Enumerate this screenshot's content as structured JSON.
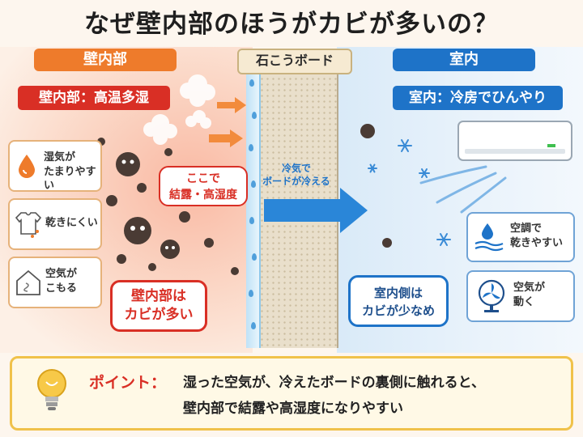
{
  "title": "なぜ壁内部のほうがカビが多いの？",
  "headers": {
    "wall": "壁内部",
    "board": "石こうボード",
    "room": "室内"
  },
  "subheaders": {
    "wall": "壁内部：高温多湿",
    "room": "室内：冷房でひんやり"
  },
  "wall_cards": [
    {
      "line1": "湿気が",
      "line2": "たまりやすい",
      "icon": "water-drop-icon"
    },
    {
      "line1": "乾きにくい",
      "line2": "",
      "icon": "wet-shirt-icon"
    },
    {
      "line1": "空気が",
      "line2": "こもる",
      "icon": "house-icon"
    }
  ],
  "room_cards": [
    {
      "line1": "空調で",
      "line2": "乾きやすい",
      "icon": "wind-drop-icon"
    },
    {
      "line1": "空気が",
      "line2": "動く",
      "icon": "fan-icon"
    }
  ],
  "bubbles": {
    "condensation": {
      "line1": "ここで",
      "line2": "結露・高湿度"
    },
    "wall_mold": {
      "line1": "壁内部は",
      "line2": "カビが多い"
    },
    "room_mold": {
      "line1": "室内側は",
      "line2": "カビが少なめ"
    }
  },
  "board_text": {
    "line1": "冷気で",
    "line2": "ボードが冷える"
  },
  "point": {
    "label": "ポイント：",
    "line1": "湿った空気が、冷えたボードの裏側に触れると、",
    "line2": "壁内部で結露や高湿度になりやすい"
  },
  "colors": {
    "wall_accent": "#ee7b2b",
    "wall_red": "#d92f25",
    "room_blue": "#1e73c8",
    "point_border": "#f0c24a"
  }
}
